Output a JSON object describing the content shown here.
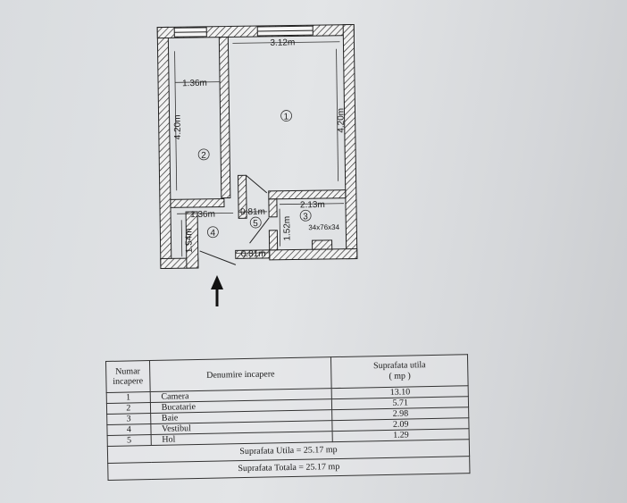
{
  "plan": {
    "dimensions": {
      "room1_width": "3.12m",
      "room1_height": "4.20m",
      "kitchen_width": "1.36m",
      "kitchen_height": "4.20m",
      "vestibul_width": "1.36m",
      "vestibul_height": "1.54m",
      "hol_width_top": "0.81m",
      "hol_width_bottom": "0.81m",
      "bath_width": "2.13m",
      "bath_height": "1.52m",
      "bath_fixture": "34x76x34"
    },
    "room_numbers": [
      "1",
      "2",
      "3",
      "4",
      "5"
    ]
  },
  "table": {
    "headers": {
      "nr": [
        "Numar",
        "incapere"
      ],
      "name": "Denumire incapere",
      "area": [
        "Suprafata utila",
        "( mp )"
      ]
    },
    "rows": [
      {
        "nr": "1",
        "name": "Camera",
        "area": "13.10"
      },
      {
        "nr": "2",
        "name": "Bucatarie",
        "area": "5.71"
      },
      {
        "nr": "3",
        "name": "Baie",
        "area": "2.98"
      },
      {
        "nr": "4",
        "name": "Vestibul",
        "area": "2.09"
      },
      {
        "nr": "5",
        "name": "Hol",
        "area": "1.29"
      }
    ],
    "total_useful": "Suprafata Utila = 25.17 mp",
    "total_overall": "Suprafata Totala = 25.17 mp"
  }
}
